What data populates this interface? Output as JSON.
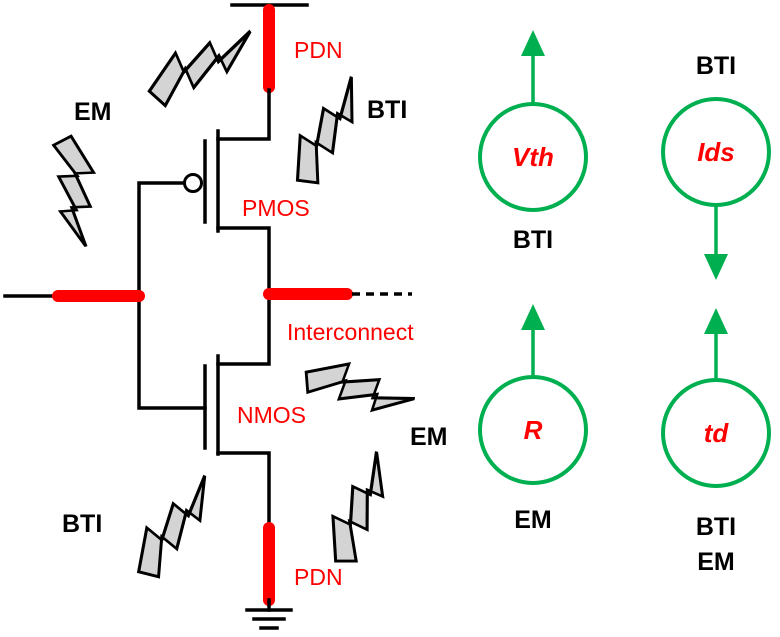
{
  "circuit": {
    "labels": {
      "pdn_top": "PDN",
      "pdn_bottom": "PDN",
      "pmos": "PMOS",
      "nmos": "NMOS",
      "interconnect": "Interconnect"
    },
    "stress": {
      "em_left": "EM",
      "bti_top": "BTI",
      "em_right": "EM",
      "bti_bottom": "BTI"
    }
  },
  "effects": {
    "vth": {
      "param": "Vth",
      "cause": "BTI",
      "direction": "up"
    },
    "ids": {
      "param": "Ids",
      "cause": "BTI",
      "direction": "down"
    },
    "r": {
      "param": "R",
      "cause": "EM",
      "direction": "up"
    },
    "td": {
      "param": "td",
      "cause_line1": "BTI",
      "cause_line2": "EM",
      "direction": "up"
    }
  },
  "colors": {
    "wire": "#000000",
    "rail": "#ff0000",
    "label_red": "#ff0000",
    "circle": "#00b050",
    "bolt_fill": "#d4d4d4"
  }
}
